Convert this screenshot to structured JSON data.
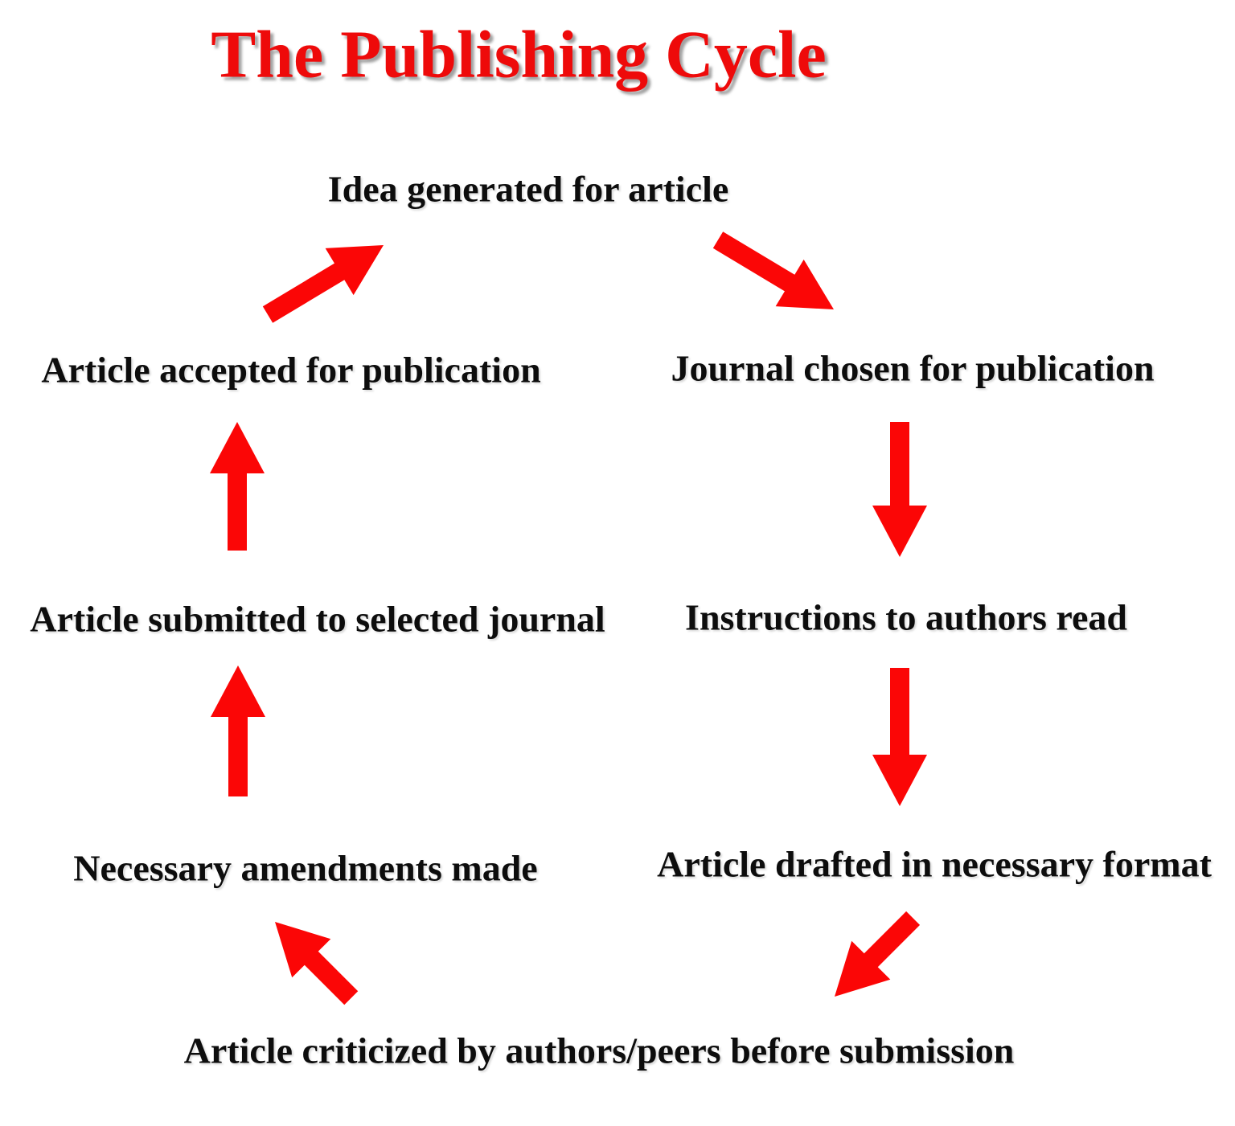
{
  "title": "The Publishing Cycle",
  "colors": {
    "title_red": "#ee0a0a",
    "arrow_red": "#fb0606",
    "text_black": "#0d0d0d",
    "background": "#ffffff"
  },
  "nodes": [
    {
      "id": "idea",
      "label": "Idea generated for article"
    },
    {
      "id": "journal",
      "label": "Journal chosen for publication"
    },
    {
      "id": "instructions",
      "label": "Instructions to authors read"
    },
    {
      "id": "drafted",
      "label": "Article drafted in necessary format"
    },
    {
      "id": "criticized",
      "label": "Article criticized by authors/peers before submission"
    },
    {
      "id": "amendments",
      "label": "Necessary amendments made"
    },
    {
      "id": "submitted",
      "label": "Article submitted to selected journal"
    },
    {
      "id": "accepted",
      "label": "Article accepted for publication"
    }
  ],
  "connections": [
    {
      "from": "idea",
      "to": "journal",
      "direction": "diagonal-down-right"
    },
    {
      "from": "journal",
      "to": "instructions",
      "direction": "down"
    },
    {
      "from": "instructions",
      "to": "drafted",
      "direction": "down"
    },
    {
      "from": "drafted",
      "to": "criticized",
      "direction": "diagonal-down-left"
    },
    {
      "from": "criticized",
      "to": "amendments",
      "direction": "diagonal-up-left"
    },
    {
      "from": "amendments",
      "to": "submitted",
      "direction": "up"
    },
    {
      "from": "submitted",
      "to": "accepted",
      "direction": "up"
    },
    {
      "from": "accepted",
      "to": "idea",
      "direction": "diagonal-up-right"
    }
  ]
}
